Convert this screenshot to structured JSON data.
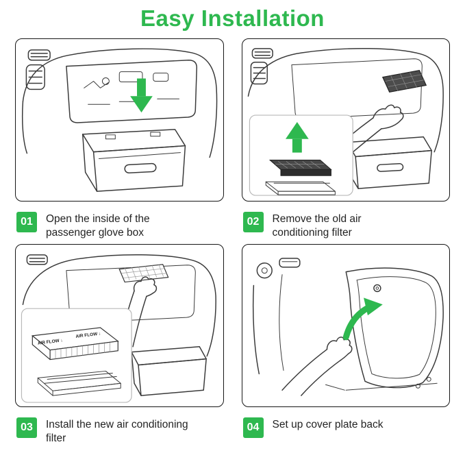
{
  "page": {
    "title": "Easy Installation"
  },
  "colors": {
    "accent_green": "#2eb84f",
    "line": "#3a3a3a",
    "old_filter": "#4c4c4c"
  },
  "steps": [
    {
      "number": "01",
      "label": "Open the inside of the\npassenger glove box",
      "illustration": "open-glove-box"
    },
    {
      "number": "02",
      "label": "Remove the old air\nconditioning filter",
      "illustration": "remove-old-filter"
    },
    {
      "number": "03",
      "label": "Install the new air conditioning\nfilter",
      "illustration": "install-new-filter"
    },
    {
      "number": "04",
      "label": "Set up cover plate back",
      "illustration": "set-cover-plate-back"
    }
  ],
  "inset": {
    "air_flow": "AIR FLOW ↓"
  }
}
